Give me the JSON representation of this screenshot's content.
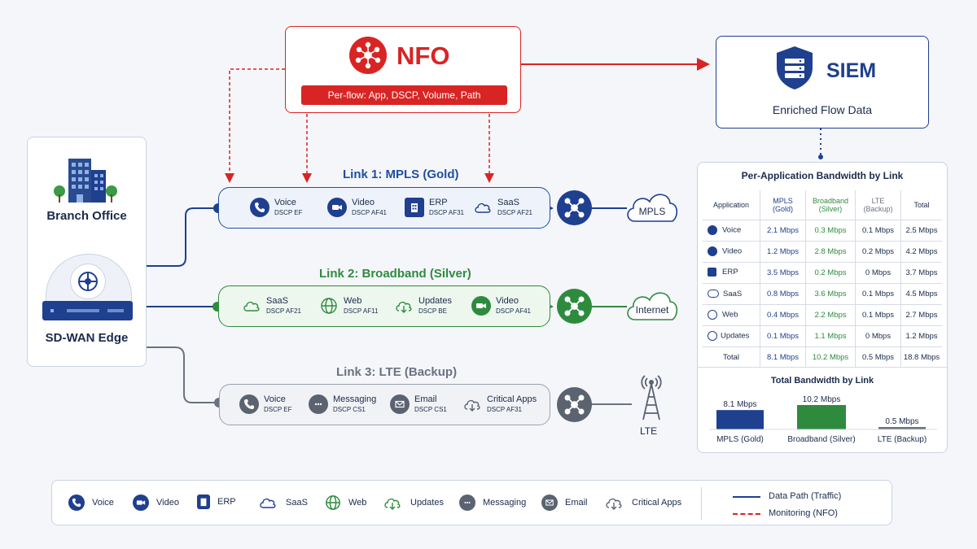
{
  "nfo": {
    "title": "NFO",
    "banner": "Per-flow: App, DSCP, Volume, Path"
  },
  "siem": {
    "title": "SIEM",
    "subtitle": "Enriched Flow Data"
  },
  "branch": {
    "office": "Branch Office",
    "edge": "SD-WAN Edge"
  },
  "links": [
    {
      "title": "Link 1: MPLS (Gold)",
      "color": "#1f4fa0",
      "dest": "MPLS",
      "apps": [
        {
          "name": "Voice",
          "dscp": "DSCP EF"
        },
        {
          "name": "Video",
          "dscp": "DSCP AF41"
        },
        {
          "name": "ERP",
          "dscp": "DSCP AF31"
        },
        {
          "name": "SaaS",
          "dscp": "DSCP AF21"
        }
      ]
    },
    {
      "title": "Link 2: Broadband (Silver)",
      "color": "#2e8b3e",
      "dest": "Internet",
      "apps": [
        {
          "name": "SaaS",
          "dscp": "DSCP AF21"
        },
        {
          "name": "Web",
          "dscp": "DSCP AF11"
        },
        {
          "name": "Updates",
          "dscp": "DSCP BE"
        },
        {
          "name": "Video",
          "dscp": "DSCP AF41"
        }
      ]
    },
    {
      "title": "Link 3: LTE (Backup)",
      "color": "#6b7280",
      "dest": "LTE",
      "apps": [
        {
          "name": "Voice",
          "dscp": "DSCP EF"
        },
        {
          "name": "Messaging",
          "dscp": "DSCP CS1"
        },
        {
          "name": "Email",
          "dscp": "DSCP CS1"
        },
        {
          "name": "Critical Apps",
          "dscp": "DSCP AF31"
        }
      ]
    }
  ],
  "table": {
    "title": "Per-Application Bandwidth by Link",
    "headers": [
      "Application",
      "MPLS\n(Gold)",
      "Broadband\n(Silver)",
      "LTE\n(Backup)",
      "Total"
    ],
    "rows": [
      [
        "Voice",
        "2.1 Mbps",
        "0.3 Mbps",
        "0.1 Mbps",
        "2.5 Mbps"
      ],
      [
        "Video",
        "1.2 Mbps",
        "2.8 Mbps",
        "0.2 Mbps",
        "4.2 Mbps"
      ],
      [
        "ERP",
        "3.5 Mbps",
        "0.2 Mbps",
        "0 Mbps",
        "3.7 Mbps"
      ],
      [
        "SaaS",
        "0.8 Mbps",
        "3.6 Mbps",
        "0.1 Mbps",
        "4.5 Mbps"
      ],
      [
        "Web",
        "0.4 Mbps",
        "2.2 Mbps",
        "0.1 Mbps",
        "2.7 Mbps"
      ],
      [
        "Updates",
        "0.1 Mbps",
        "1.1 Mbps",
        "0 Mbps",
        "1.2 Mbps"
      ],
      [
        "Total",
        "8.1 Mbps",
        "10.2 Mbps",
        "0.5 Mbps",
        "18.8 Mbps"
      ]
    ]
  },
  "bars": {
    "title": "Total Bandwidth by Link",
    "items": [
      {
        "label": "MPLS (Gold)",
        "value_label": "8.1 Mbps",
        "value": 8.1,
        "color": "#1f3f8f"
      },
      {
        "label": "Broadband (Silver)",
        "value_label": "10.2 Mbps",
        "value": 10.2,
        "color": "#2e8b3e"
      },
      {
        "label": "LTE (Backup)",
        "value_label": "0.5 Mbps",
        "value": 0.5,
        "color": "#6b7280"
      }
    ]
  },
  "legend": {
    "apps": [
      "Voice",
      "Video",
      "ERP",
      "SaaS",
      "Web",
      "Updates",
      "Messaging",
      "Email",
      "Critical Apps"
    ],
    "data_path": "Data Path (Traffic)",
    "monitoring": "Monitoring (NFO)"
  },
  "colors": {
    "navy": "#1f3f8f",
    "red": "#d92424",
    "green": "#2e8b3e",
    "gray": "#6b7280"
  }
}
